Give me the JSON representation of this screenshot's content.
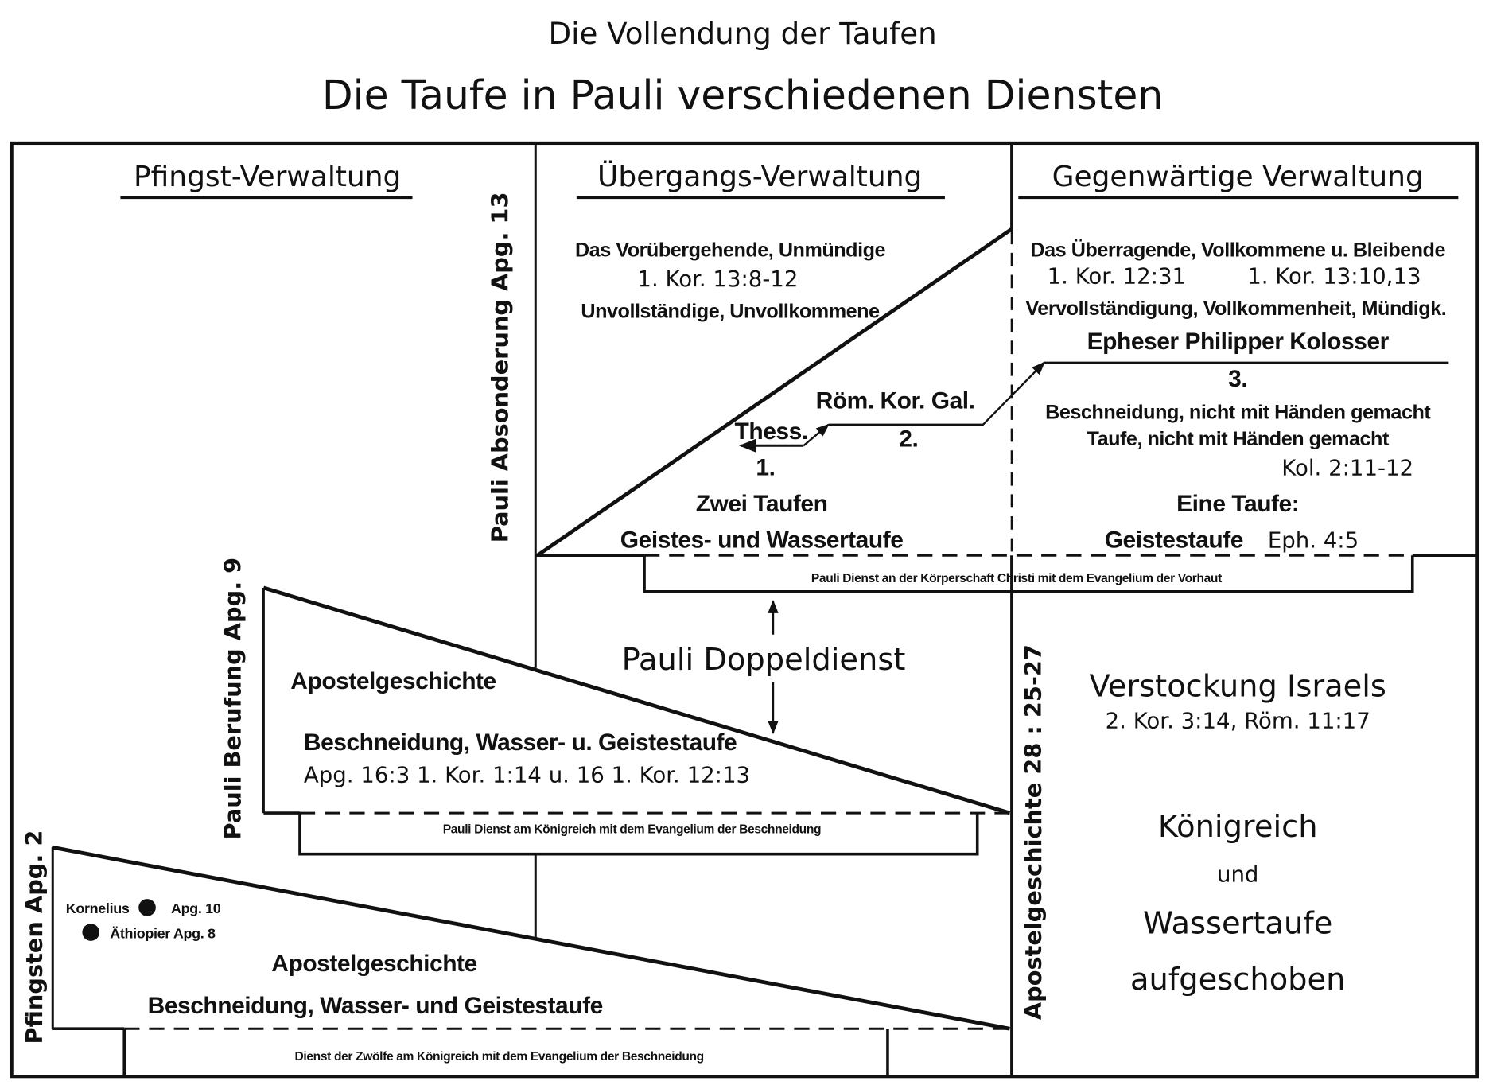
{
  "title": "Die Vollendung der Taufen",
  "subtitle": "Die Taufe in Pauli verschiedenen Diensten",
  "columns": {
    "left": "Pfingst-Verwaltung",
    "middle": "Übergangs-Verwaltung",
    "right": "Gegenwärtige Verwaltung"
  },
  "vertical_labels": {
    "absonderung": "Pauli Absonderung Apg. 13",
    "berufung": "Pauli Berufung Apg. 9",
    "pfingsten": "Pfingsten Apg. 2",
    "apg28": "Apostelgeschichte 28 : 25-27"
  },
  "middle": {
    "line1": "Das Vorübergehende, Unmündige",
    "line2": "1. Kor. 13:8-12",
    "line3": "Unvollständige, Unvollkommene",
    "letters2": "Röm.  Kor.  Gal.",
    "num2": "2.",
    "thess": "Thess.",
    "num1": "1.",
    "zwei": "Zwei Taufen",
    "zwei_sub": "Geistes- und Wassertaufe"
  },
  "right": {
    "line1": "Das Überragende, Vollkommene u. Bleibende",
    "ref1": "1. Kor. 12:31",
    "ref2": "1. Kor. 13:10,13",
    "line3": "Vervollständigung, Vollkommenheit, Mündigk.",
    "letters3": "Epheser  Philipper  Kolosser",
    "num3": "3.",
    "besch": "Beschneidung, nicht mit Händen gemacht",
    "taufe": "Taufe, nicht mit Händen gemacht",
    "kol": "Kol. 2:11-12",
    "eine": "Eine Taufe:",
    "geist": "Geistestaufe",
    "eph": "Eph. 4:5"
  },
  "boxes": {
    "koerperschaft": "Pauli Dienst an der Körperschaft Christi mit dem Evangelium der Vorhaut",
    "koenigreich_paul": "Pauli Dienst am Königreich mit dem Evangelium der Beschneidung",
    "zwoelfe": "Dienst der Zwölfe am Königreich mit dem Evangelium der Beschneidung"
  },
  "doppeldienst": "Pauli Doppeldienst",
  "mid_triangle": {
    "title": "Apostelgeschichte",
    "sub": "Beschneidung, Wasser- u. Geistestaufe",
    "refs": "Apg. 16:3    1. Kor. 1:14 u. 16    1. Kor. 12:13"
  },
  "low_triangle": {
    "kornelius": "Kornelius",
    "kornelius_ref": "Apg. 10",
    "aethiopier": "Äthiopier Apg. 8",
    "title": "Apostelgeschichte",
    "sub": "Beschneidung, Wasser- und Geistestaufe"
  },
  "israel": {
    "title": "Verstockung Israels",
    "refs": "2. Kor. 3:14, Röm. 11:17",
    "k1": "Königreich",
    "k2": "und",
    "k3": "Wassertaufe",
    "k4": "aufgeschoben"
  }
}
